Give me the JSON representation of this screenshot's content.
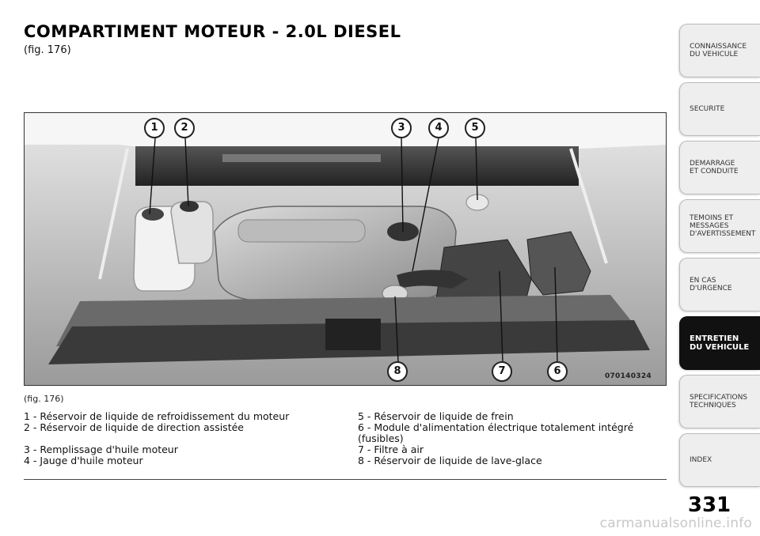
{
  "header": {
    "title": "COMPARTIMENT MOTEUR - 2.0L DIESEL",
    "fig_ref": "(fig. 176)"
  },
  "figure": {
    "code": "070140324",
    "caption": "(fig. 176)",
    "callouts": [
      "1",
      "2",
      "3",
      "4",
      "5",
      "6",
      "7",
      "8"
    ]
  },
  "legend": {
    "left": [
      "1 - Réservoir de liquide de refroidissement du moteur",
      "2 - Réservoir de liquide de direction assistée",
      "3 - Remplissage d'huile moteur",
      "4 - Jauge d'huile moteur"
    ],
    "right": [
      "5 - Réservoir de liquide de frein",
      "6 - Module d'alimentation électrique totalement intégré (fusibles)",
      "7 - Filtre à air",
      "8 - Réservoir de liquide de lave-glace"
    ]
  },
  "page": {
    "number": "331"
  },
  "sidebar": {
    "tabs": [
      {
        "label": "CONNAISSANCE\nDU VEHICULE",
        "active": false
      },
      {
        "label": "SECURITE",
        "active": false
      },
      {
        "label": "DEMARRAGE\nET CONDUITE",
        "active": false
      },
      {
        "label": "TEMOINS ET\nMESSAGES\nD'AVERTISSEMENT",
        "active": false
      },
      {
        "label": "EN CAS\nD'URGENCE",
        "active": false
      },
      {
        "label": "ENTRETIEN\nDU VEHICULE",
        "active": true
      },
      {
        "label": "SPECIFICATIONS\nTECHNIQUES",
        "active": false
      },
      {
        "label": "INDEX",
        "active": false
      }
    ]
  },
  "watermark": "carmanualsonline.info"
}
